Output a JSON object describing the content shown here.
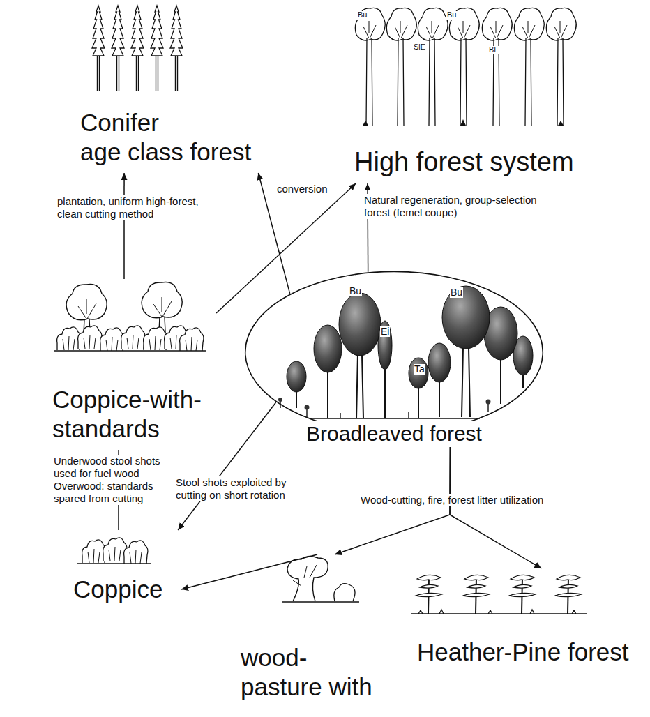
{
  "diagram": {
    "nodes": [
      {
        "text": [
          "Conifer age class forest"
        ]
      },
      {
        "text": [
          "High forest system"
        ]
      },
      {
        "text": [
          "Coppice-with- standards"
        ]
      },
      {
        "text": [
          "Broadleaved forest"
        ]
      },
      {
        "text": [
          "Coppice"
        ]
      },
      {
        "text": [
          "wood- pasture with"
        ]
      },
      {
        "text": [
          "Heather-Pine forest"
        ]
      }
    ],
    "edges": [
      {
        "from": 3,
        "to": 0,
        "arrow": "to"
      },
      {
        "from": 2,
        "to": 0,
        "label": "plantation, uniform high-forest, clean cutting method",
        "arrow": "to"
      },
      {
        "from": 2,
        "to": 1,
        "label": "conversion",
        "arrow": "to"
      },
      {
        "from": 3,
        "to": 1,
        "label": "Natural regeneration, group-selection forest (femel coupe)",
        "arrow": "to"
      },
      {
        "from": 2,
        "to": 4,
        "label": "Underwood stool shots used for fuel wood Overwood: standards spared from cutting",
        "arrow": "none"
      },
      {
        "from": 3,
        "to": 4,
        "label": "Stool shots exploited by cutting on short rotation",
        "arrow": "to"
      },
      {
        "from": 3,
        "to": 5,
        "label": "Wood-cutting, fire, forest litter utilization",
        "arrow": "to"
      },
      {
        "from": 3,
        "to": 6,
        "arrow": "to"
      },
      {
        "from": 5,
        "to": 4,
        "arrow": "to"
      }
    ],
    "labels": [
      "Bu",
      "SiE",
      "Bu",
      "BL",
      "Bu",
      "Ei",
      "Bu",
      "Ta"
    ]
  }
}
